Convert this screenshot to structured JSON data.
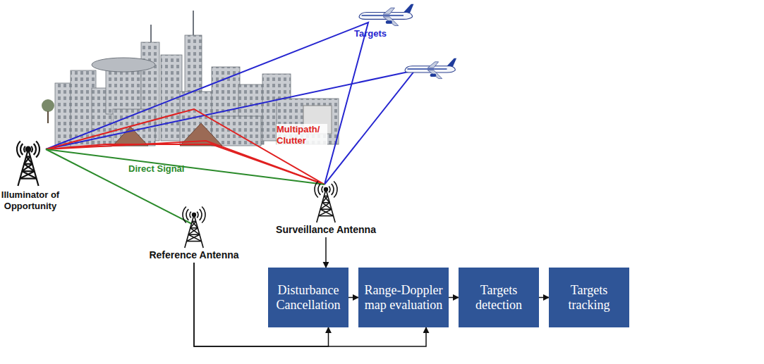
{
  "diagram": {
    "nodes": [
      {
        "text": [
          "Reference Antenna"
        ]
      },
      {
        "text": [
          "Surveillance Antenna"
        ]
      },
      {
        "text": [
          "Disturbance Cancellation"
        ]
      },
      {
        "text": [
          "Range-Doppler map evaluation"
        ]
      },
      {
        "text": [
          "Targets detection"
        ]
      },
      {
        "text": [
          "Targets tracking"
        ]
      }
    ],
    "edges": [
      {
        "from": 1,
        "to": 2,
        "arrow": "to"
      },
      {
        "from": 0,
        "to": 2,
        "arrow": "to"
      },
      {
        "from": 0,
        "to": 3,
        "arrow": "to"
      },
      {
        "from": 2,
        "to": 3,
        "arrow": "to"
      },
      {
        "from": 3,
        "to": 4,
        "arrow": "to"
      },
      {
        "from": 4,
        "to": 5,
        "arrow": "to"
      }
    ],
    "labels": [
      "Targets",
      "Multipath/ Clutter",
      "Direct Signal",
      "Illuminator of Opportunity"
    ]
  }
}
